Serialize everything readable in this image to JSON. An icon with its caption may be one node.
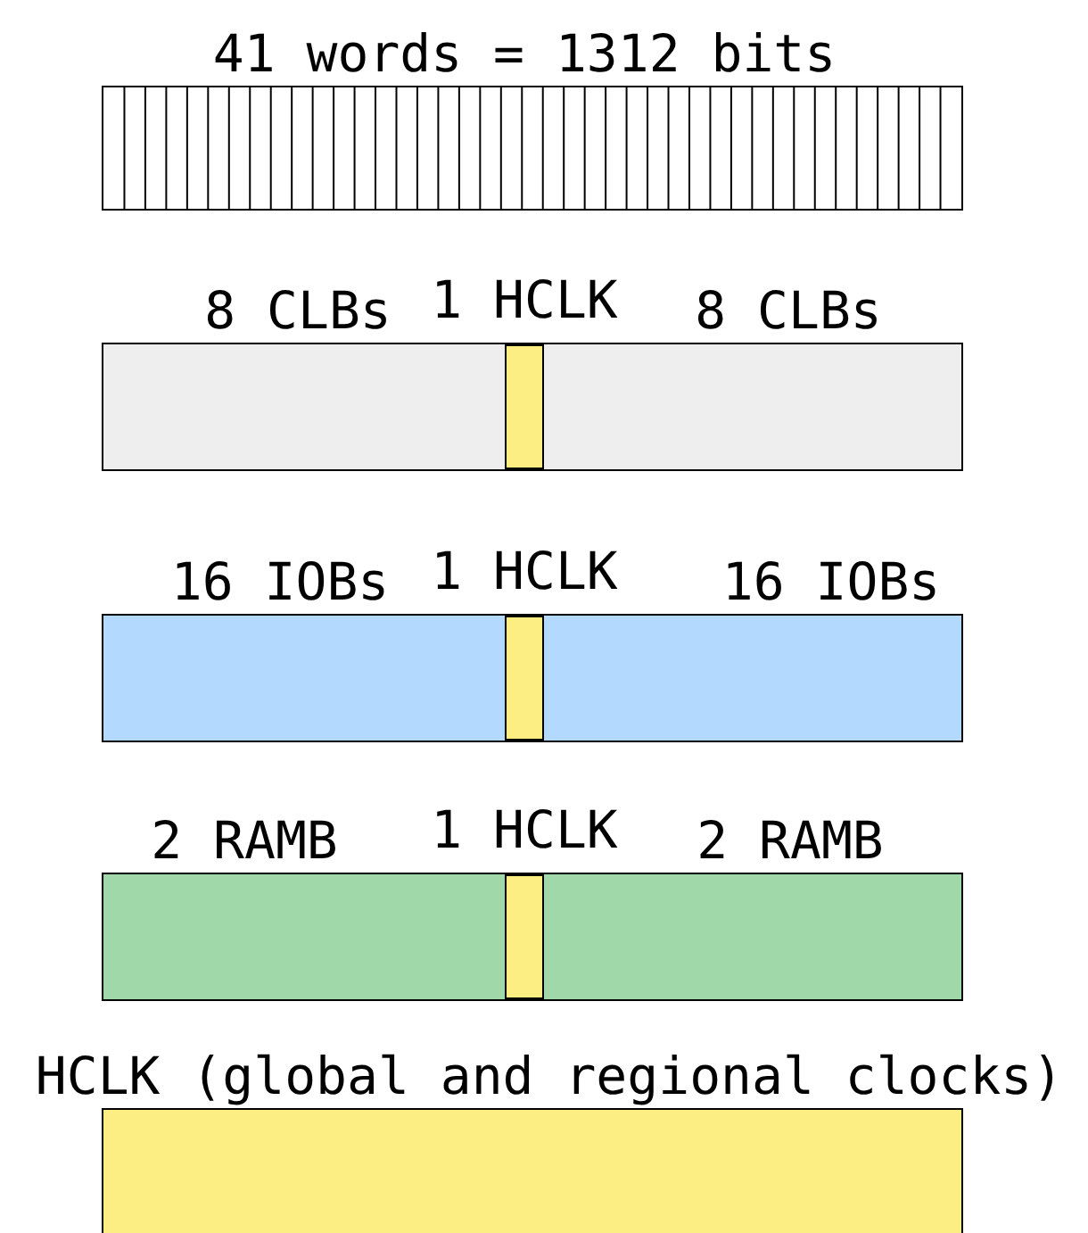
{
  "diagram": {
    "nodes": [
      {
        "text": [
          "41 words = 1312 bits"
        ]
      },
      {
        "text": [
          "8 CLBs",
          "8 CLBs"
        ]
      },
      {
        "text": [
          "1 HCLK"
        ],
        "in": 1
      },
      {
        "text": [
          "16 IOBs",
          "16 IOBs"
        ]
      },
      {
        "text": [
          "1 HCLK"
        ],
        "in": 3
      },
      {
        "text": [
          "2 RAMB",
          "2 RAMB"
        ]
      },
      {
        "text": [
          "1 HCLK"
        ],
        "in": 5
      },
      {
        "text": [
          "HCLK (global and regional clocks)"
        ]
      }
    ]
  }
}
